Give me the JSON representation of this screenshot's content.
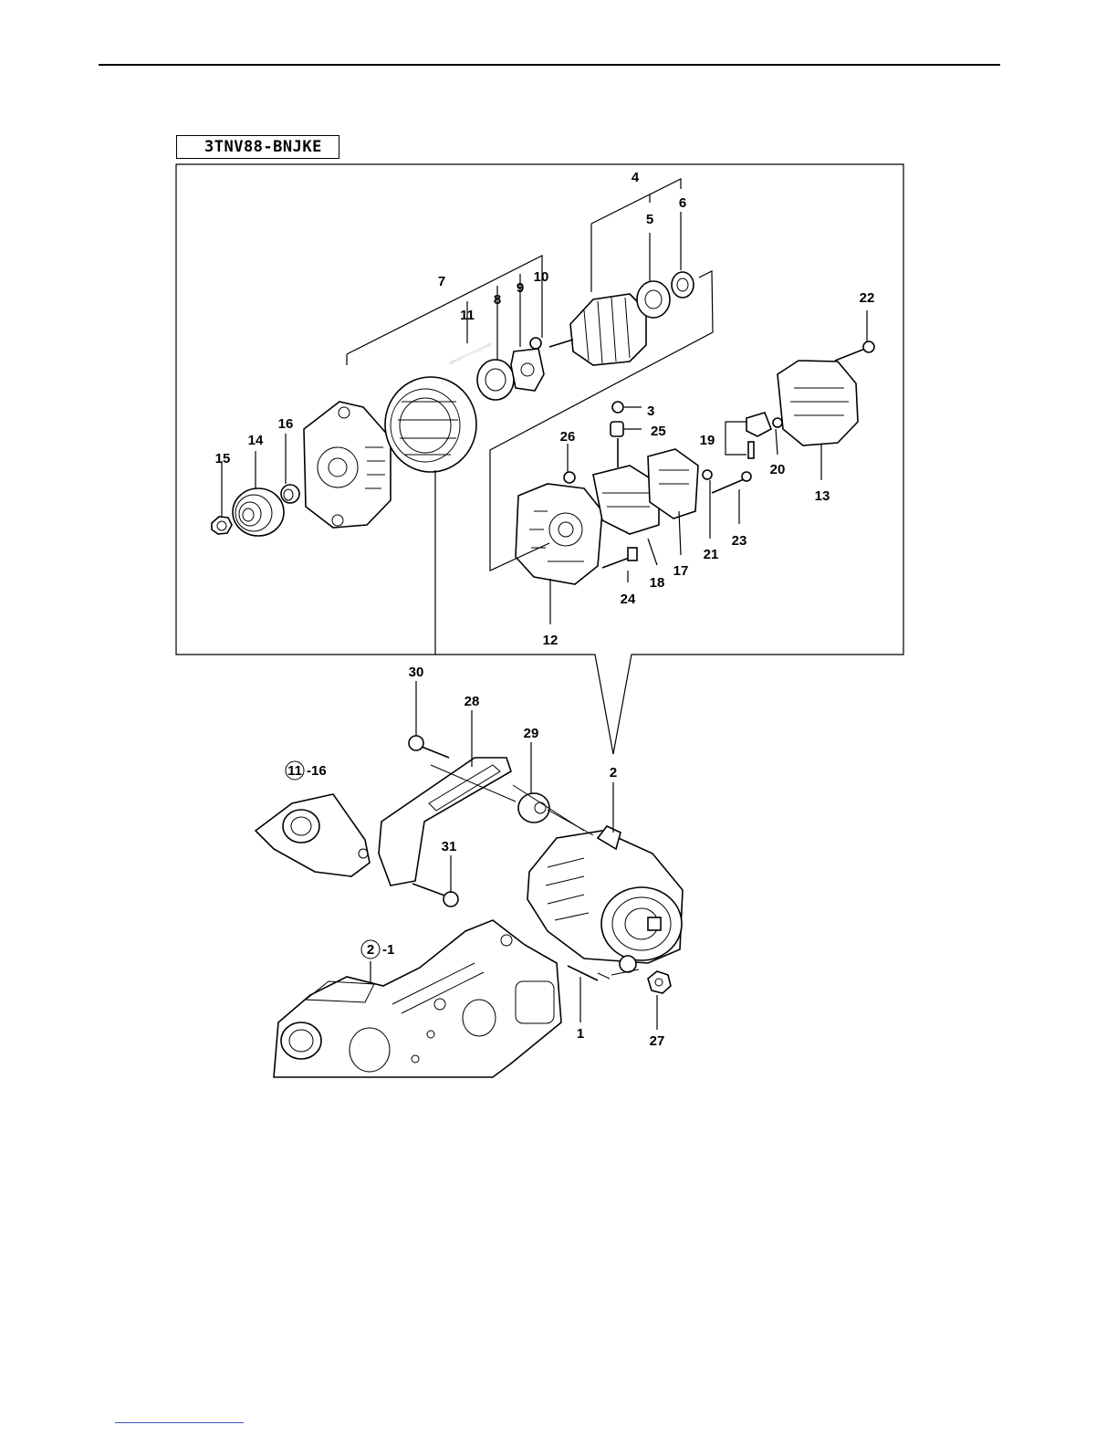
{
  "model_label": "3TNV88-BNJKE",
  "part_numbers": {
    "p1": "1",
    "p2": "2",
    "p3": "3",
    "p4": "4",
    "p5": "5",
    "p6": "6",
    "p7": "7",
    "p8": "8",
    "p9": "9",
    "p10": "10",
    "p11": "11",
    "p12": "12",
    "p13": "13",
    "p14": "14",
    "p15": "15",
    "p16": "16",
    "p17": "17",
    "p18": "18",
    "p19": "19",
    "p20": "20",
    "p21": "21",
    "p22": "22",
    "p23": "23",
    "p24": "24",
    "p25": "25",
    "p26": "26",
    "p27": "27",
    "p28": "28",
    "p29": "29",
    "p30": "30",
    "p31": "31"
  },
  "references": {
    "ref_a_circle": "11",
    "ref_a_suffix": "-16",
    "ref_b_circle": "2",
    "ref_b_suffix": "-1"
  }
}
